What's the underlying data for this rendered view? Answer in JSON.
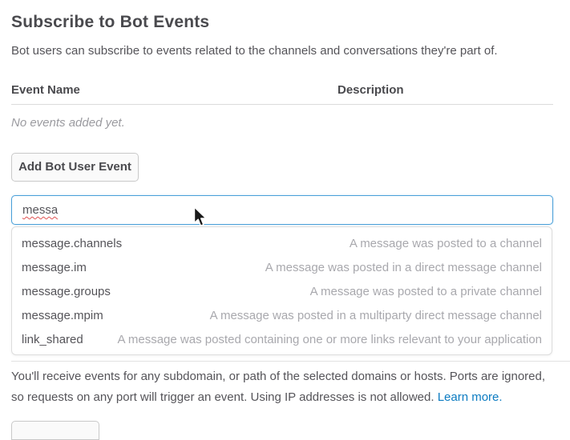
{
  "page": {
    "title": "Subscribe to Bot Events",
    "subtitle": "Bot users can subscribe to events related to the channels and conversations they're part of."
  },
  "table": {
    "headers": {
      "event_name": "Event Name",
      "description": "Description"
    },
    "empty_text": "No events added yet."
  },
  "add_event_button": {
    "label": "Add Bot User Event"
  },
  "event_search_input": {
    "value": "messa",
    "placeholder": ""
  },
  "dropdown": {
    "items": [
      {
        "name": "message.channels",
        "description": "A message was posted to a channel"
      },
      {
        "name": "message.im",
        "description": "A message was posted in a direct message channel"
      },
      {
        "name": "message.groups",
        "description": "A message was posted to a private channel"
      },
      {
        "name": "message.mpim",
        "description": "A message was posted in a multiparty direct message channel"
      },
      {
        "name": "link_shared",
        "description": "A message was posted containing one or more links relevant to your application"
      }
    ]
  },
  "footer": {
    "text": "You'll receive events for any subdomain, or path of the selected domains or hosts. Ports are ignored, so requests on any port will trigger an event. Using IP addresses is not allowed.",
    "link_label": "Learn more."
  },
  "colors": {
    "accent_blue": "#4ba0d9",
    "link_blue": "#0b7bc1",
    "text_dark": "#4a4a4e",
    "text_body": "#555459",
    "text_muted": "#9b9ba0",
    "border_gray": "#dddddd",
    "spellcheck_red": "#e05252"
  }
}
